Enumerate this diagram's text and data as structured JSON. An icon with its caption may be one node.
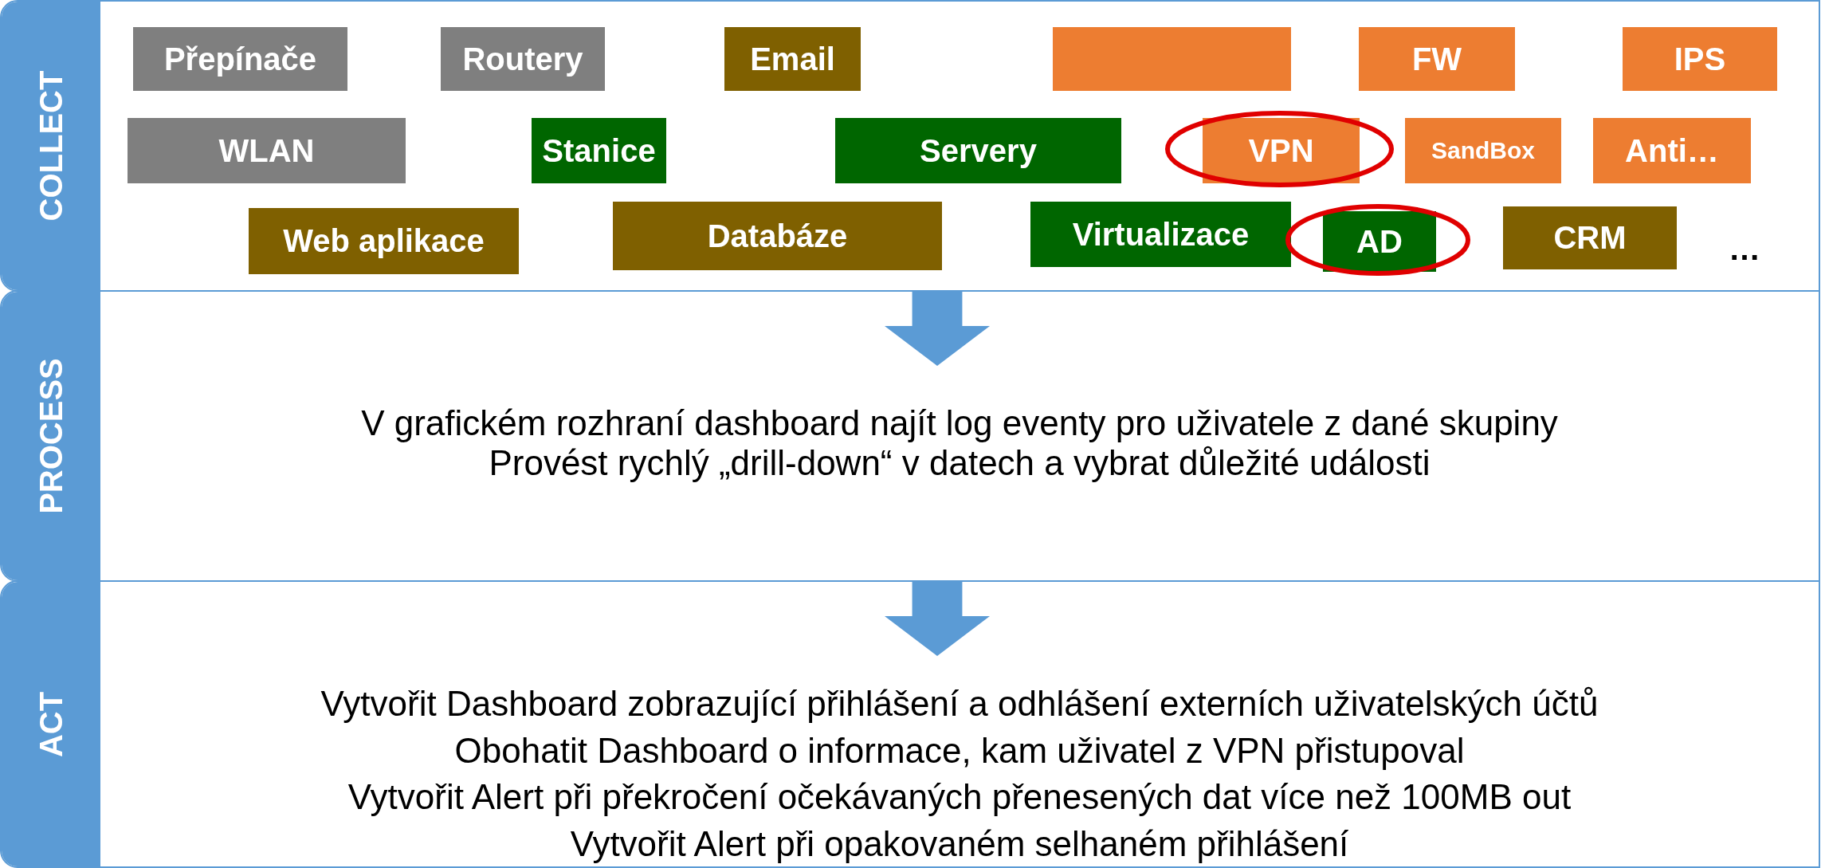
{
  "diagram": {
    "nodes": [
      {
        "text": [
          "COLLECT"
        ]
      },
      {
        "text": [
          "Přepínače"
        ],
        "in": 0
      },
      {
        "text": [
          "Routery"
        ],
        "in": 0
      },
      {
        "text": [
          "Email"
        ],
        "in": 0
      },
      {
        "text": [],
        "shape": "box",
        "in": 0
      },
      {
        "text": [
          "FW"
        ],
        "in": 0
      },
      {
        "text": [
          "IPS"
        ],
        "in": 0
      },
      {
        "text": [
          "WLAN"
        ],
        "in": 0
      },
      {
        "text": [
          "Stanice"
        ],
        "in": 0
      },
      {
        "text": [
          "Servery"
        ],
        "in": 0
      },
      {
        "text": [
          "VPN"
        ],
        "in": 0
      },
      {
        "text": [
          "SandBox"
        ],
        "in": 0
      },
      {
        "text": [
          "Anti…"
        ],
        "in": 0
      },
      {
        "text": [
          "Web aplikace"
        ],
        "in": 0
      },
      {
        "text": [
          "Databáze"
        ],
        "in": 0
      },
      {
        "text": [
          "Virtualizace"
        ],
        "in": 0
      },
      {
        "text": [
          "AD"
        ],
        "in": 0
      },
      {
        "text": [
          "CRM"
        ],
        "in": 0
      },
      {
        "text": [
          "PROCESS",
          "V grafickém rozhraní dashboard najít log eventy pro uživatele z dané skupiny",
          "Provést rychlý „drill-down“ v datech a vybrat důležité události"
        ]
      },
      {
        "text": [
          "ACT",
          "Vytvořit Dashboard zobrazující přihlášení a odhlášení externích uživatelských účtů",
          "Obohatit Dashboard o informace, kam uživatel z VPN přistupoval",
          "Vytvořit Alert při překročení očekávaných přenesených dat více než 100MB out",
          "Vytvořit Alert při opakovaném selhaném přihlášení"
        ]
      }
    ],
    "edges": [
      {
        "from": 0,
        "to": 18,
        "arrow": "to"
      },
      {
        "from": 18,
        "to": 19,
        "arrow": "to"
      }
    ],
    "labels": [
      "…"
    ]
  }
}
